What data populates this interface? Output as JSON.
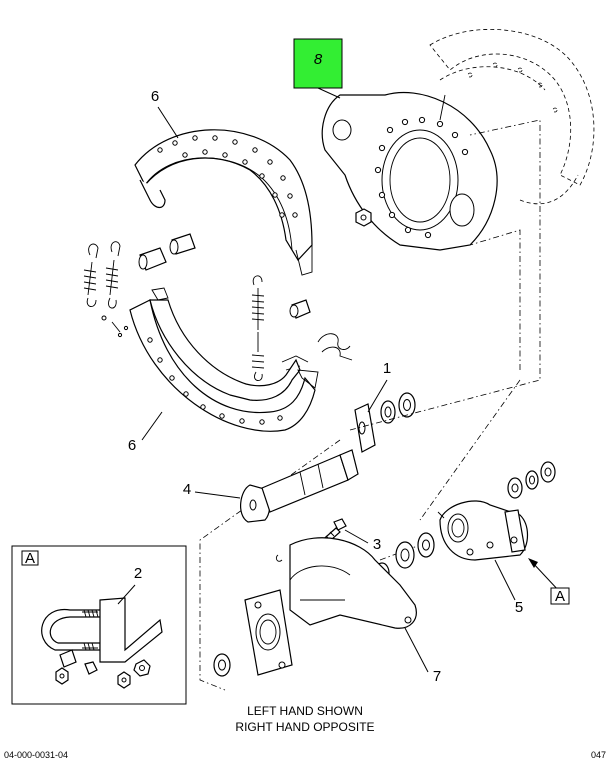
{
  "callouts": {
    "c1": "1",
    "c2": "2",
    "c3": "3",
    "c4": "4",
    "c5": "5",
    "c6a": "6",
    "c6b": "6",
    "c7": "7",
    "c8": "8"
  },
  "detail_marker": "A",
  "detail_box_label": "A",
  "detail_arrow_label": "A",
  "note": {
    "line1": "LEFT HAND SHOWN",
    "line2": "RIGHT HAND OPPOSITE"
  },
  "footer": {
    "left": "04-000-0031-04",
    "right": "047"
  },
  "colors": {
    "highlight": "#33ee33",
    "line": "#000000"
  }
}
